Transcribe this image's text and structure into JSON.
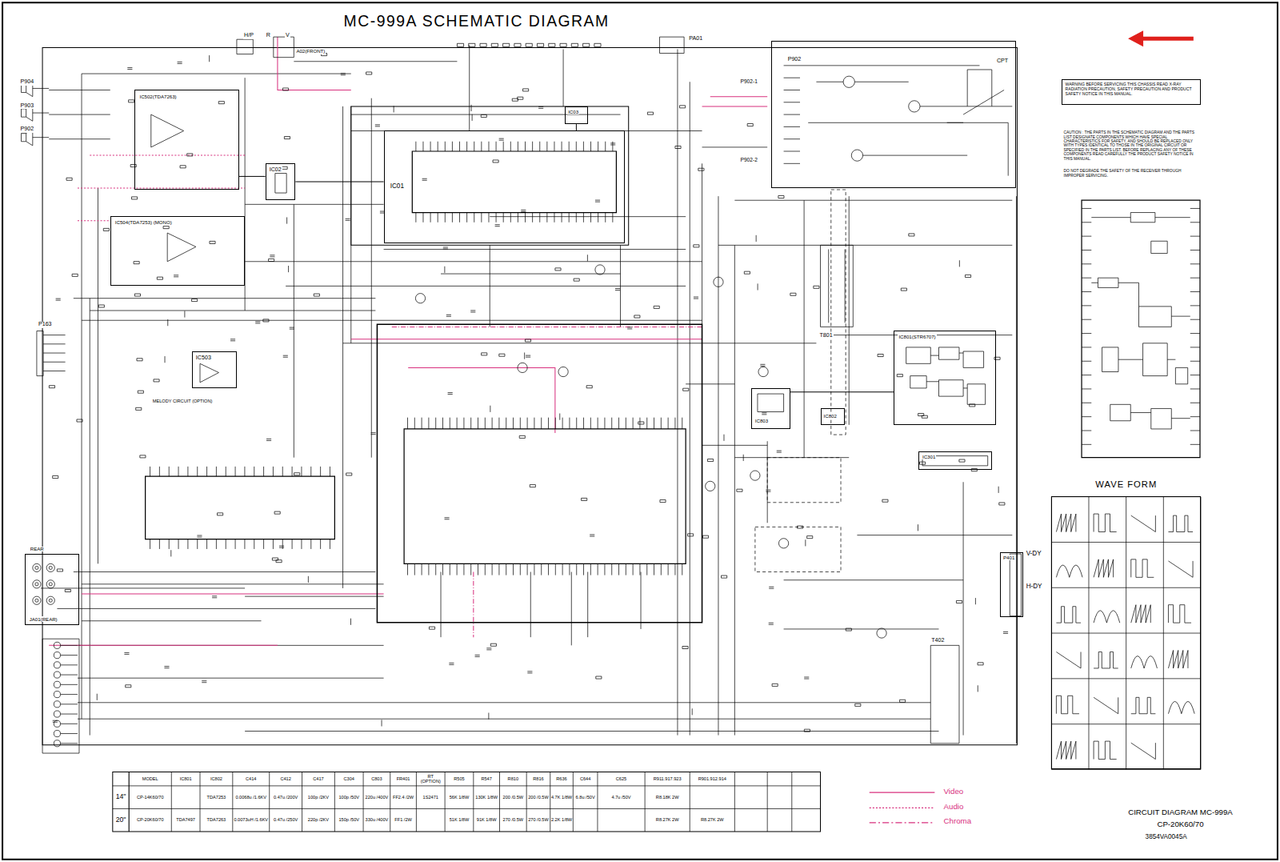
{
  "diagram": {
    "title": "MC-999A SCHEMATIC DIAGRAM",
    "caption": "CIRCUIT DIAGRAM MC-999A CP-20K60/70",
    "nodes": [
      {
        "text": [
          "IC01"
        ]
      },
      {
        "text": [
          "IC502(TDA7263)"
        ]
      },
      {
        "text": [
          "IC504(TDA7253) (MONO)"
        ]
      },
      {
        "text": [
          "IC503"
        ]
      },
      {
        "text": [
          "IC02"
        ]
      },
      {
        "text": [
          "IC03"
        ]
      },
      {
        "text": [
          "IC801(STR6707)"
        ]
      },
      {
        "text": [
          "IC803"
        ]
      },
      {
        "text": [
          "IC802"
        ]
      },
      {
        "text": [
          "IC301"
        ]
      },
      {
        "text": [
          "JA01(REAR)"
        ]
      },
      {
        "text": [
          "P401"
        ]
      },
      {
        "text": [
          "P902"
        ]
      },
      {
        "text": [
          "WARNING BEFORE SERVICING THIS CHASSIS READ X-RAY RADIATION PRECAUTION, SAFETY PRECAUTION AND PRODUCT SAFETY NOTICE IN THIS MANUAL."
        ]
      },
      {
        "text": [
          "WAVE FORM"
        ]
      }
    ],
    "edges": [
      {
        "from": 4,
        "to": 0,
        "arrow": "none"
      },
      {
        "from": 1,
        "to": 4,
        "arrow": "none"
      },
      {
        "from": 7,
        "to": 6,
        "arrow": "none"
      },
      {
        "from": 5,
        "to": 0,
        "arrow": "none"
      }
    ],
    "labels": [
      "H/P",
      "R",
      "V",
      "A02(FRONT)",
      "P904",
      "P903",
      "P902",
      "P163",
      "MELODY CIRCUIT (OPTION)",
      "PA01",
      "P902-1",
      "P902-2",
      "CPT",
      "T801",
      "V-DY",
      "H-DY",
      "T402",
      "REAR",
      "3854VA0045A",
      "CAUTION : THE PARTS IN THE SCHEMATIC DIAGRAM AND THE PARTS LIST DESIGNATE COMPONENTS WHICH HAVE SPECIAL CHARACTERISTICS FOR SAFETY, AND SHOULD BE REPLACED ONLY WITH TYPES IDENTICAL TO THOSE IN THE ORIGINAL CIRCUIT OR SPECIFIED IN THE PARTS LIST. BEFORE REPLACING ANY OF THESE COMPONENTS READ CAREFULLY THE PRODUCT SAFETY NOTICE IN THIS MANUAL.",
      "DO NOT DEGRADE THE SAFETY OF THE RECEIVER THROUGH IMPROPER SERVICING.",
      "MODEL",
      "IC801",
      "IC802",
      "C414",
      "C412",
      "C417",
      "C304",
      "C803",
      "FR401",
      "RT (OPTION)",
      "R505",
      "R547",
      "R810",
      "R816",
      "R636",
      "C644",
      "C625",
      "R911.917.923",
      "R901.912.914",
      "14\"",
      "CP-14K60/70",
      "TDA7253",
      "0.0068u /1.6KV",
      "0.47u /200V",
      "100p /2KV",
      "100p /50V",
      "220u /400V",
      "FF2.4 /2W",
      "1S2471",
      "56K 1/8W",
      "130K 1/8W",
      "200 /0.5W",
      "200 /0.5W",
      "4.7K 1/8W",
      "6.8u /50V",
      "4.7u /50V",
      "R8.18K 2W",
      "20\"",
      "CP-20K60/70",
      "TDA7497",
      "TDA7263",
      "0.0073uH /1.6KV",
      "0.47u /250V",
      "220p /2KV",
      "150p /50V",
      "330u /400V",
      "FF1 /2W",
      "51K 1/8W",
      "91K 1/8W",
      "270 /0.5W",
      "270 /0.5W",
      "2.2K 1/8W",
      "R8.27K 2W",
      "R8.27K 2W"
    ],
    "legend": [
      {
        "text": "Video"
      },
      {
        "text": "Audio"
      },
      {
        "text": "Chroma"
      }
    ]
  }
}
